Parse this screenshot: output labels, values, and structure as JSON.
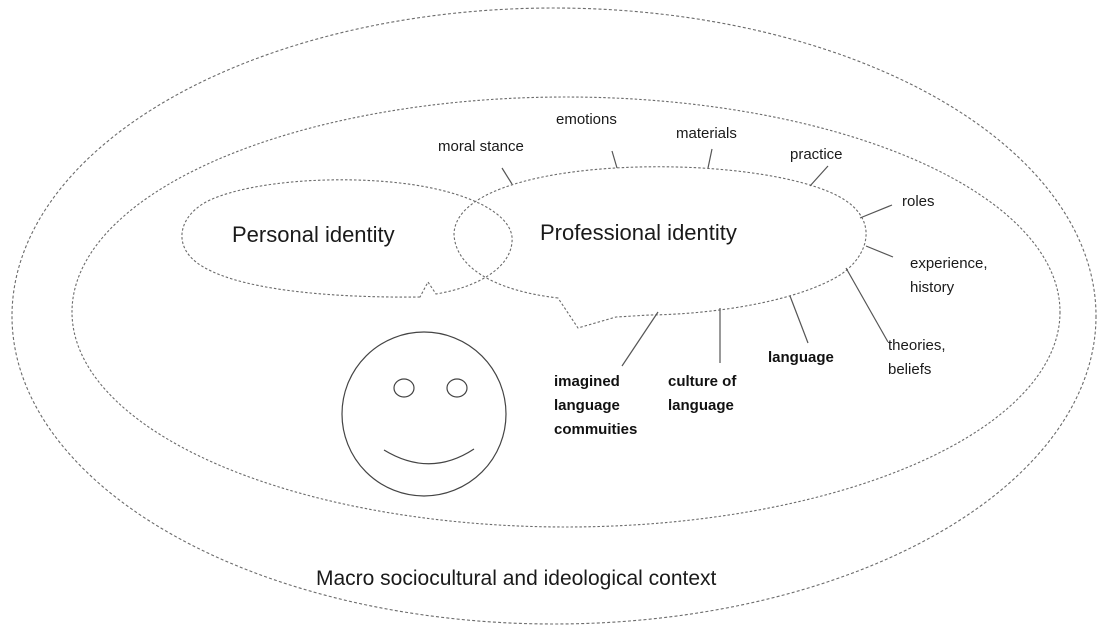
{
  "diagram": {
    "outer_context_label": "Macro sociocultural and ideological context",
    "personal_identity_label": "Personal identity",
    "professional_identity_label": "Professional identity",
    "spokes": {
      "moral_stance": "moral stance",
      "emotions": "emotions",
      "materials": "materials",
      "practice": "practice",
      "roles": "roles",
      "experience_line1": "experience,",
      "experience_line2": "history",
      "theories_line1": "theories,",
      "theories_line2": "beliefs",
      "language": "language",
      "culture_line1": "culture of",
      "culture_line2": "language",
      "imagined_line1": "imagined",
      "imagined_line2": "language",
      "imagined_line3": "commuities"
    }
  }
}
